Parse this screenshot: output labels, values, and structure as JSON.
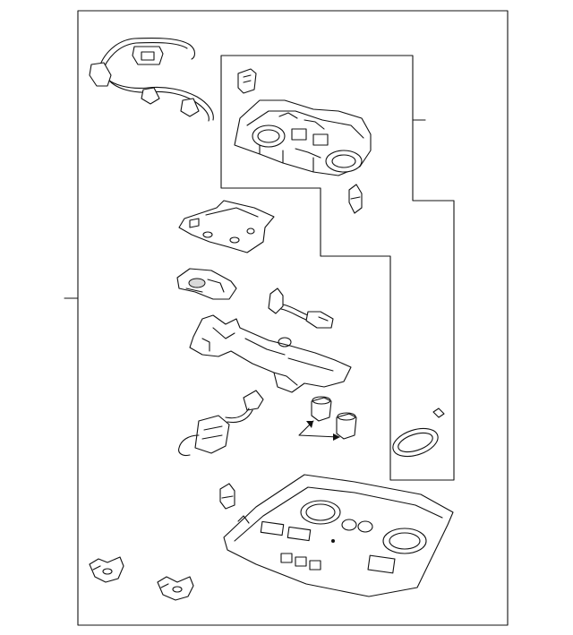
{
  "diagram": {
    "type": "exploded-parts-diagram",
    "parts": [
      {
        "id": "wire-harness",
        "icon": "wire-harness-icon"
      },
      {
        "id": "bulb-socket-top",
        "icon": "bulb-socket-icon"
      },
      {
        "id": "overhead-console-housing",
        "icon": "console-housing-icon"
      },
      {
        "id": "bulb-socket-small",
        "icon": "bulb-icon"
      },
      {
        "id": "mounting-bracket",
        "icon": "bracket-icon"
      },
      {
        "id": "switch-plate",
        "icon": "switch-plate-icon"
      },
      {
        "id": "sensor-connector",
        "icon": "sensor-icon"
      },
      {
        "id": "lamp-frame",
        "icon": "lamp-frame-icon"
      },
      {
        "id": "bulbs-pair",
        "icon": "bulb-pair-icon"
      },
      {
        "id": "lens-cover",
        "icon": "lens-icon"
      },
      {
        "id": "lamp-switch-harness",
        "icon": "lamp-harness-icon"
      },
      {
        "id": "console-bezel",
        "icon": "bezel-icon"
      },
      {
        "id": "clip-left",
        "icon": "clip-icon"
      },
      {
        "id": "clip-right",
        "icon": "clip-icon"
      }
    ]
  }
}
